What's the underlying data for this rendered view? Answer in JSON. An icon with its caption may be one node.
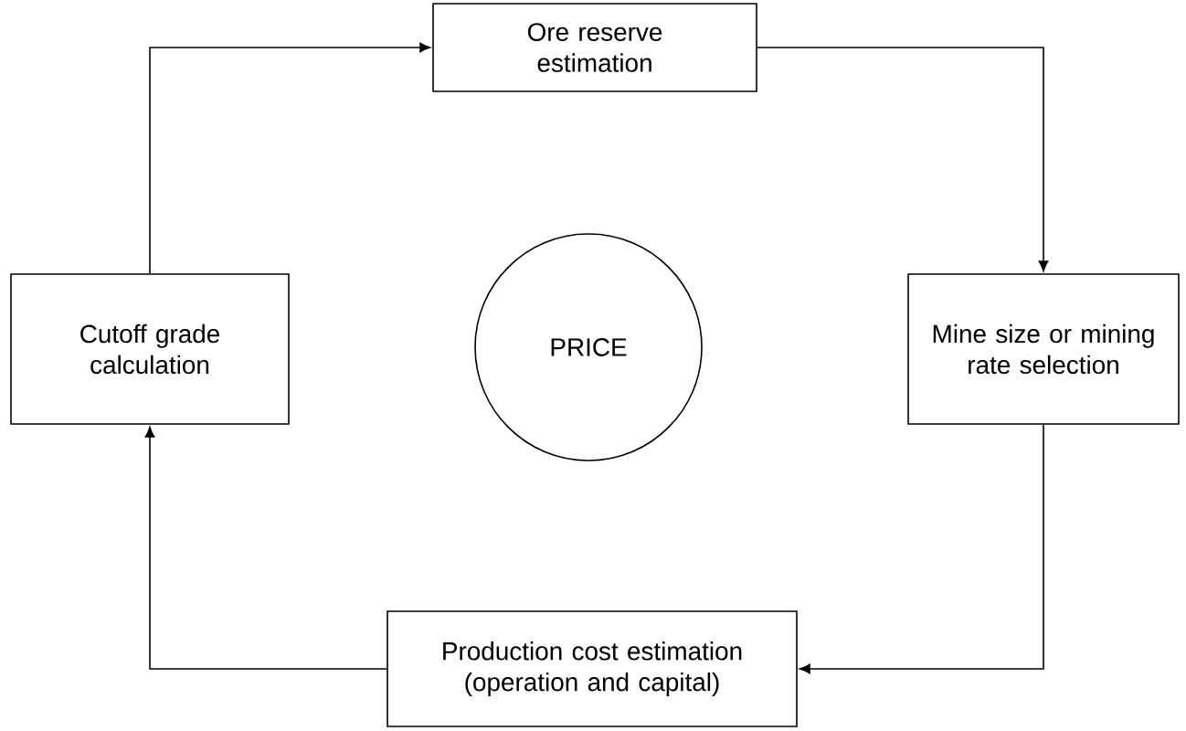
{
  "diagram": {
    "nodes": [
      {
        "text": [
          "Ore reserve estimation"
        ]
      },
      {
        "text": [
          "Cutoff grade calculation"
        ]
      },
      {
        "text": [
          "PRICE"
        ]
      },
      {
        "text": [
          "Mine size or mining rate selection"
        ]
      },
      {
        "text": [
          "Production cost estimation (operation and capital)"
        ]
      }
    ],
    "edges": [
      {
        "from": 1,
        "to": 0,
        "arrow": "to"
      },
      {
        "from": 0,
        "to": 3,
        "arrow": "to"
      },
      {
        "from": 3,
        "to": 4,
        "arrow": "to"
      },
      {
        "from": 4,
        "to": 1,
        "arrow": "to"
      }
    ]
  }
}
